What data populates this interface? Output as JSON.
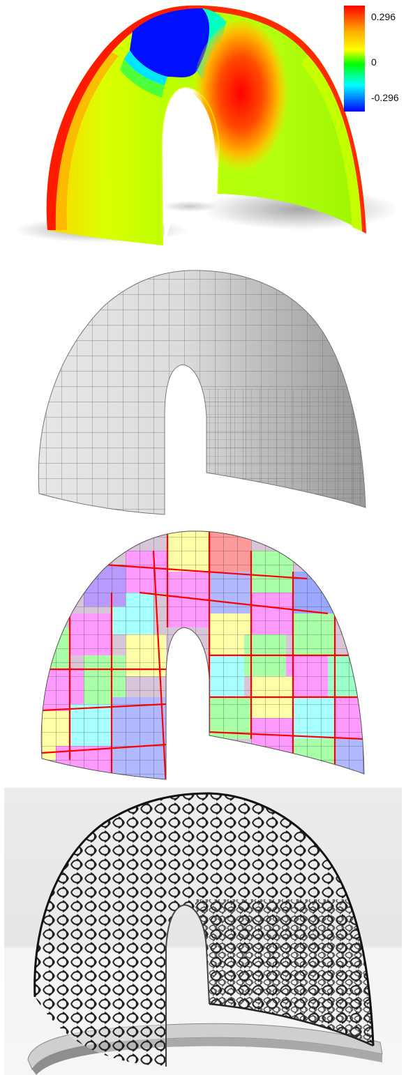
{
  "colorbar": {
    "max_label": "0.296",
    "mid_label": "0",
    "min_label": "-0.296",
    "colors": [
      "#ff0000",
      "#ff9900",
      "#ffff00",
      "#00ff00",
      "#00ffff",
      "#0000ff"
    ]
  },
  "panels": [
    {
      "id": "curvature-map",
      "style": "scalar field colormap"
    },
    {
      "id": "quad-mesh",
      "style": "grey shaded quad mesh"
    },
    {
      "id": "patch-layout",
      "style": "colored patches with red boundaries"
    },
    {
      "id": "fabricated-lattice",
      "style": "perforated lattice shell"
    }
  ]
}
